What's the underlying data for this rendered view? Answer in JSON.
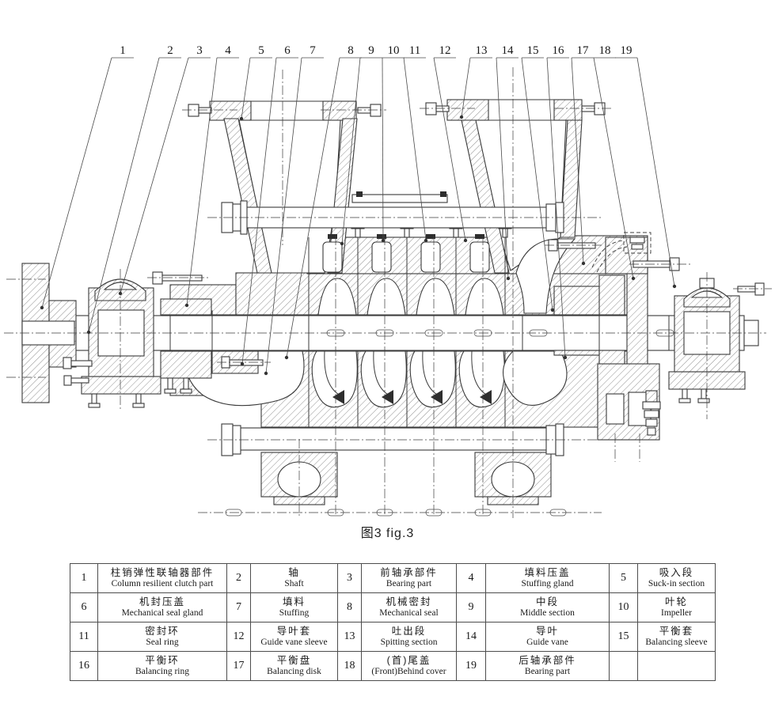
{
  "figure": {
    "caption": "图3  fig.3"
  },
  "callouts": [
    "1",
    "2",
    "3",
    "4",
    "5",
    "6",
    "7",
    "8",
    "9",
    "10",
    "11",
    "12",
    "13",
    "14",
    "15",
    "16",
    "17",
    "18",
    "19"
  ],
  "parts": {
    "rows": [
      [
        {
          "no": "1",
          "zh": "柱销弹性联轴器部件",
          "en": "Column resilient clutch part"
        },
        {
          "no": "2",
          "zh": "轴",
          "en": "Shaft"
        },
        {
          "no": "3",
          "zh": "前轴承部件",
          "en": "Bearing part"
        },
        {
          "no": "4",
          "zh": "填料压盖",
          "en": "Stuffing gland"
        },
        {
          "no": "5",
          "zh": "吸入段",
          "en": "Suck-in section"
        }
      ],
      [
        {
          "no": "6",
          "zh": "机封压盖",
          "en": "Mechanical seal gland"
        },
        {
          "no": "7",
          "zh": "填料",
          "en": "Stuffing"
        },
        {
          "no": "8",
          "zh": "机械密封",
          "en": "Mechanical seal"
        },
        {
          "no": "9",
          "zh": "中段",
          "en": "Middle section"
        },
        {
          "no": "10",
          "zh": "叶轮",
          "en": "Impeller"
        }
      ],
      [
        {
          "no": "11",
          "zh": "密封环",
          "en": "Seal ring"
        },
        {
          "no": "12",
          "zh": "导叶套",
          "en": "Guide vane sleeve"
        },
        {
          "no": "13",
          "zh": "吐出段",
          "en": "Spitting section"
        },
        {
          "no": "14",
          "zh": "导叶",
          "en": "Guide vane"
        },
        {
          "no": "15",
          "zh": "平衡套",
          "en": "Balancing sleeve"
        }
      ],
      [
        {
          "no": "16",
          "zh": "平衡环",
          "en": "Balancing ring"
        },
        {
          "no": "17",
          "zh": "平衡盘",
          "en": "Balancing disk"
        },
        {
          "no": "18",
          "zh": "(首)尾盖",
          "en": "(Front)Behind cover"
        },
        {
          "no": "19",
          "zh": "后轴承部件",
          "en": "Bearing part"
        },
        {
          "no": "",
          "zh": "",
          "en": ""
        }
      ]
    ]
  }
}
